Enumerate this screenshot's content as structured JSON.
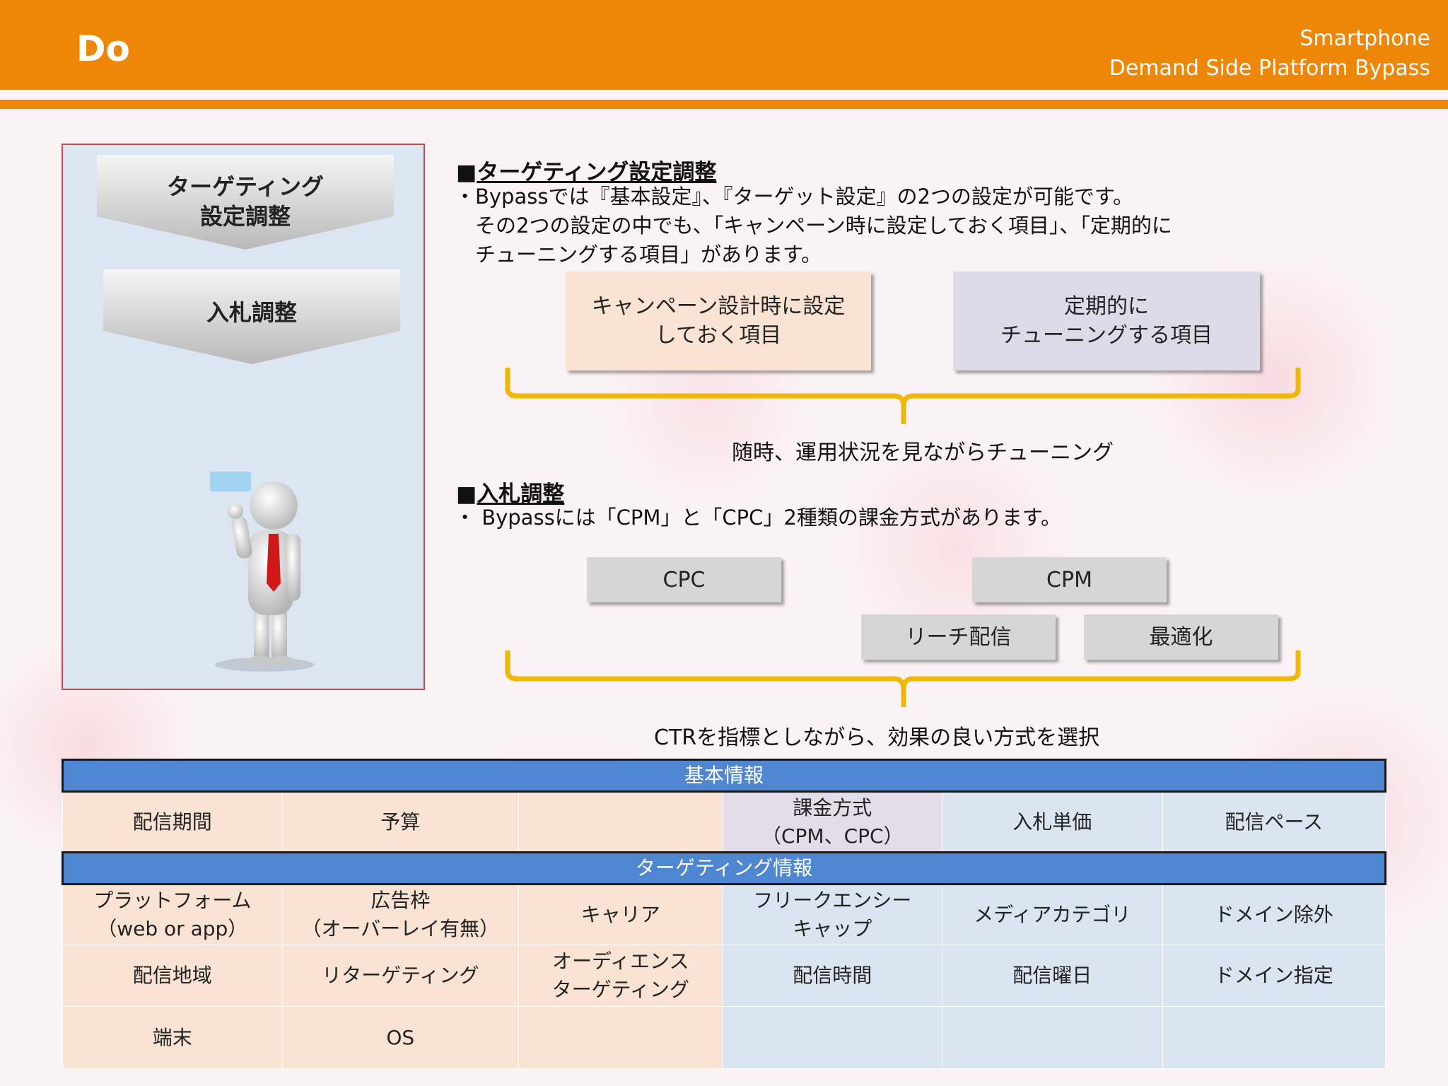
{
  "header": {
    "title": "Do",
    "subtitle_line1": "Smartphone",
    "subtitle_line2": "Demand Side Platform Bypass"
  },
  "sidebar": {
    "step1": [
      "ターゲティング",
      "設定調整"
    ],
    "step2": "入札調整"
  },
  "section1": {
    "title": "ターゲティング設定調整",
    "bullet": "・Bypassでは『基本設定』、『ターゲット設定』の2つの設定が可能です。\n　その2つの設定の中でも、「キャンペーン時に設定しておく項目」、「定期的に\n　チューニングする項目」があります。",
    "box_left": [
      "キャンペーン設計時に設定",
      "しておく項目"
    ],
    "box_right": [
      "定期的に",
      "チューニングする項目"
    ],
    "caption": "随時、運用状況を見ながらチューニング"
  },
  "section2": {
    "title": "入札調整",
    "bullet": "・ Bypassには「CPM」と「CPC」2種類の課金方式があります。",
    "box_cpc": "CPC",
    "box_cpm": "CPM",
    "box_reach": "リーチ配信",
    "box_opt": "最適化",
    "caption": "CTRを指標としながら、効果の良い方式を選択"
  },
  "table": {
    "basic_header": "基本情報",
    "basic_row": [
      "配信期間",
      "予算",
      "",
      [
        "課金方式",
        "（CPM、CPC）"
      ],
      "入札単価",
      "配信ペース"
    ],
    "target_header": "ターゲティング情報",
    "rows": [
      [
        [
          "プラットフォーム",
          "（web or app）"
        ],
        [
          "広告枠",
          "（オーバーレイ有無）"
        ],
        [
          "キャリア"
        ],
        [
          "フリークエンシー",
          "キャップ"
        ],
        [
          "メディアカテゴリ"
        ],
        [
          "ドメイン除外"
        ]
      ],
      [
        [
          "配信地域"
        ],
        [
          "リターゲティング"
        ],
        [
          "オーディエンス",
          "ターゲティング"
        ],
        [
          "配信時間"
        ],
        [
          "配信曜日"
        ],
        [
          "ドメイン指定"
        ]
      ],
      [
        [
          "端末"
        ],
        [
          "OS"
        ],
        [
          ""
        ],
        [
          ""
        ],
        [
          ""
        ],
        [
          ""
        ]
      ]
    ]
  },
  "colors": {
    "header_orange": "#ee8708",
    "table_header_blue": "#4f86d1",
    "brace_yellow": "#f2b705",
    "cell_peach": "#fbe3d3",
    "cell_blue": "#dbe4f1"
  }
}
